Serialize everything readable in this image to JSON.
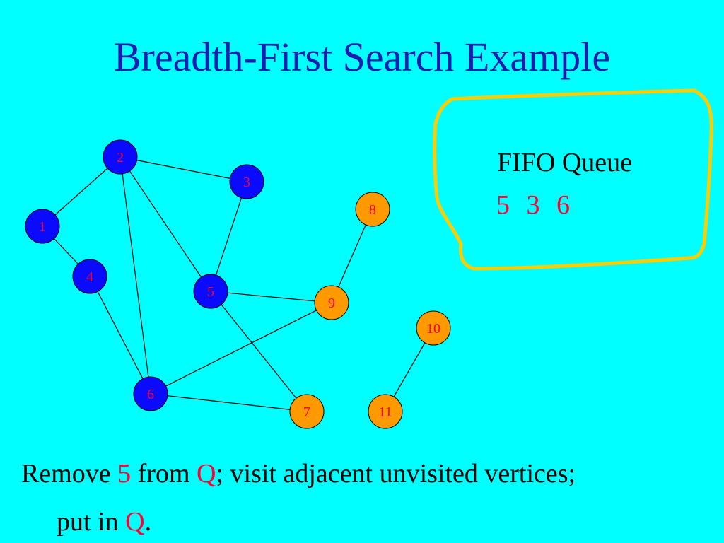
{
  "title": "Breadth-First Search Example",
  "queue": {
    "label": "FIFO Queue",
    "items": [
      "5",
      "3",
      "6"
    ]
  },
  "caption": {
    "line1_pre": "Remove ",
    "line1_vertex": "5",
    "line1_mid": " from ",
    "line1_q": "Q",
    "line1_post": "; visit adjacent unvisited vertices;",
    "line2_pre": "put in ",
    "line2_q": "Q",
    "line2_post": "."
  },
  "colors": {
    "background": "#00FFFF",
    "title": "#1C1CB0",
    "visited": "#0A0AFF",
    "unvisited": "#FF9900",
    "label": "#FF0033",
    "highlight": "#FF0033",
    "queue_border": "#FFCC00"
  },
  "graph": {
    "nodes": [
      {
        "id": "1",
        "label": "1",
        "state": "visited"
      },
      {
        "id": "2",
        "label": "2",
        "state": "visited"
      },
      {
        "id": "3",
        "label": "3",
        "state": "visited"
      },
      {
        "id": "4",
        "label": "4",
        "state": "visited"
      },
      {
        "id": "5",
        "label": "5",
        "state": "visited"
      },
      {
        "id": "6",
        "label": "6",
        "state": "visited"
      },
      {
        "id": "7",
        "label": "7",
        "state": "unvisited"
      },
      {
        "id": "8",
        "label": "8",
        "state": "unvisited"
      },
      {
        "id": "9",
        "label": "9",
        "state": "unvisited"
      },
      {
        "id": "10",
        "label": "10",
        "state": "unvisited"
      },
      {
        "id": "11",
        "label": "11",
        "state": "unvisited"
      }
    ],
    "edges": [
      [
        "1",
        "2"
      ],
      [
        "1",
        "4"
      ],
      [
        "2",
        "3"
      ],
      [
        "2",
        "5"
      ],
      [
        "2",
        "6"
      ],
      [
        "3",
        "5"
      ],
      [
        "4",
        "6"
      ],
      [
        "5",
        "9"
      ],
      [
        "5",
        "7"
      ],
      [
        "6",
        "9"
      ],
      [
        "6",
        "7"
      ],
      [
        "8",
        "9"
      ],
      [
        "10",
        "11"
      ]
    ]
  }
}
